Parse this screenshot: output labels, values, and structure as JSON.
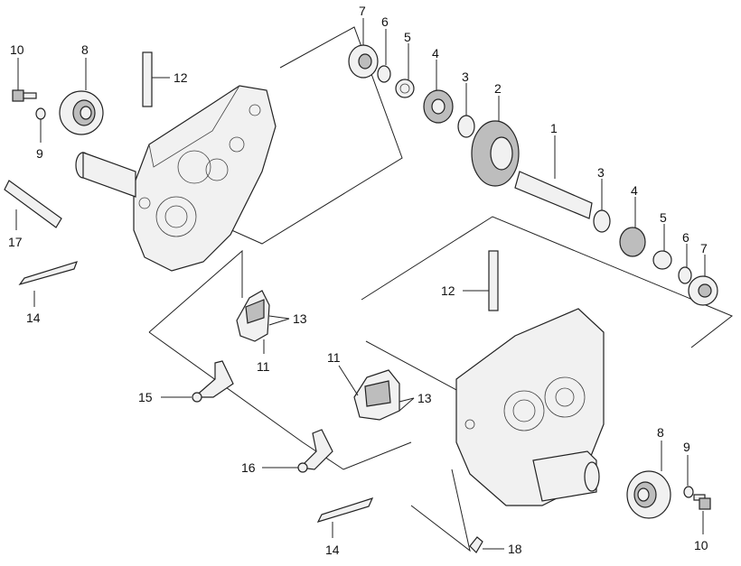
{
  "labels": {
    "l1": "1",
    "l2": "2",
    "l3a": "3",
    "l3b": "3",
    "l4a": "4",
    "l4b": "4",
    "l5a": "5",
    "l5b": "5",
    "l6a": "6",
    "l6b": "6",
    "l7a": "7",
    "l7b": "7",
    "l8a": "8",
    "l8b": "8",
    "l9a": "9",
    "l9b": "9",
    "l10a": "10",
    "l10b": "10",
    "l11a": "11",
    "l11b": "11",
    "l12a": "12",
    "l12b": "12",
    "l13a": "13",
    "l13b": "13",
    "l14a": "14",
    "l14b": "14",
    "l15": "15",
    "l16": "16",
    "l17": "17",
    "l18": "18"
  }
}
